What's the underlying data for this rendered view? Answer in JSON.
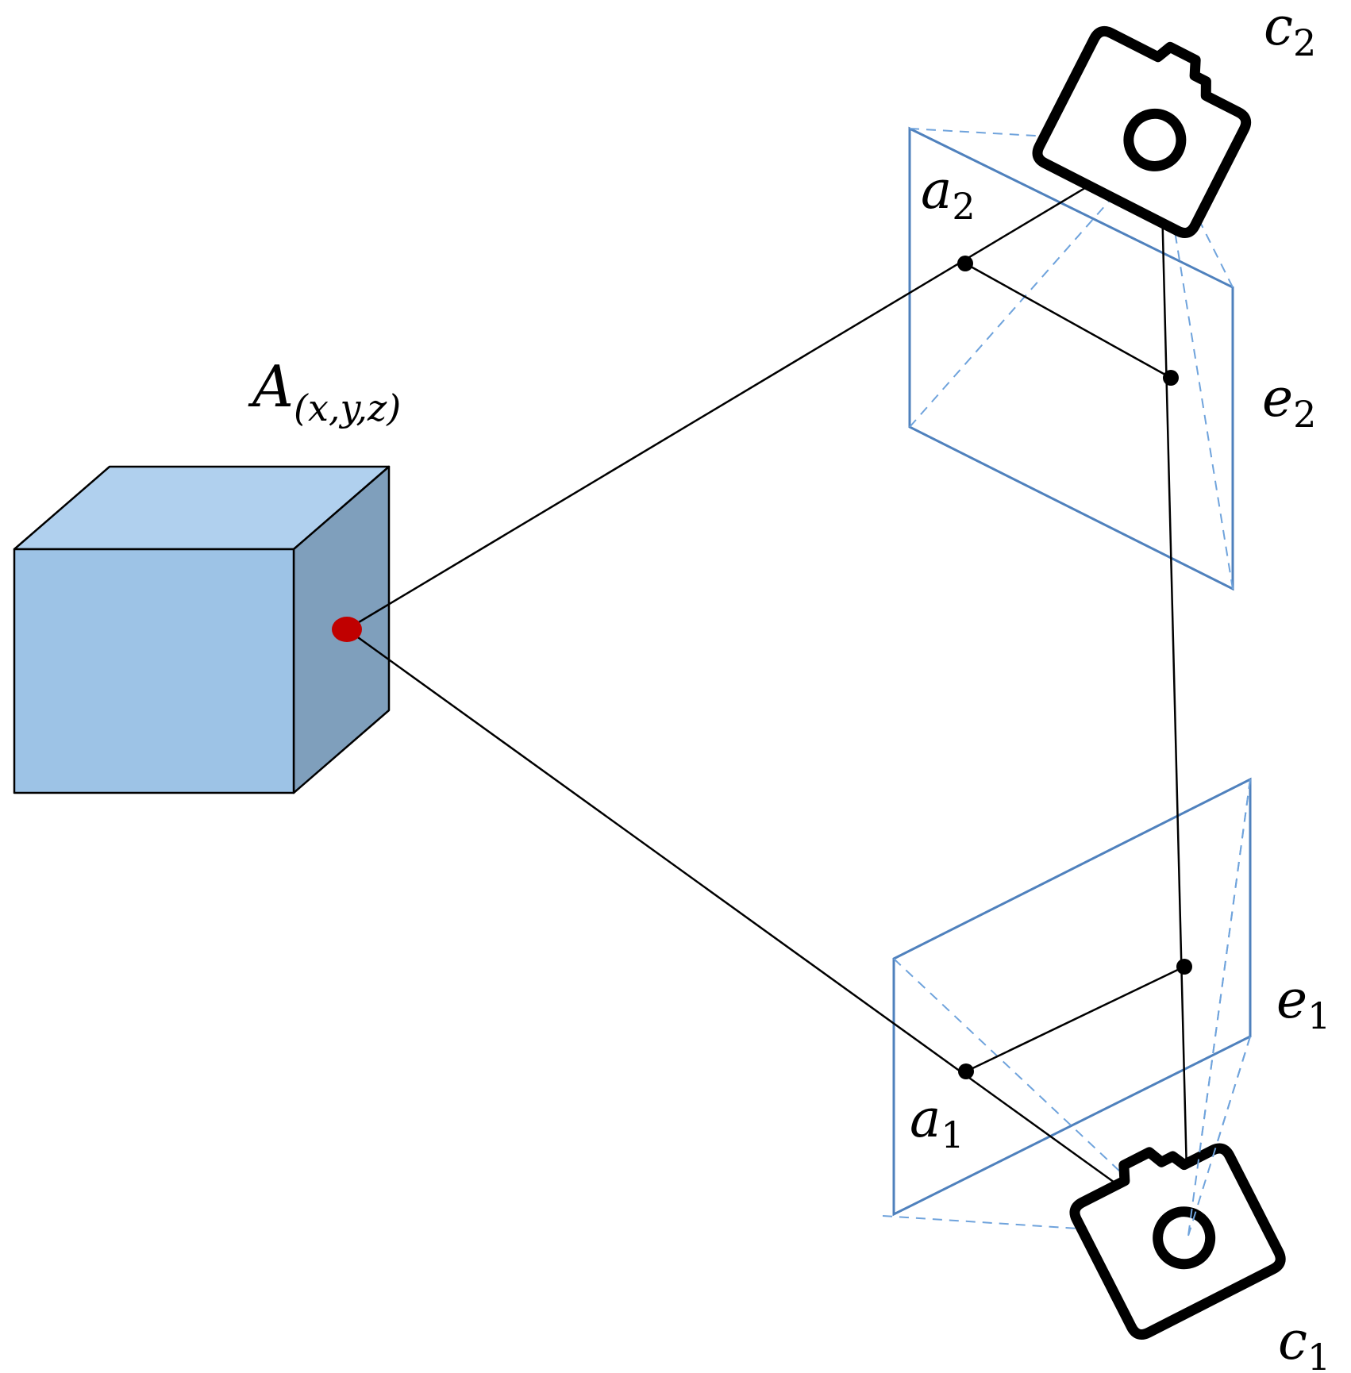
{
  "labels": {
    "point": {
      "main": "A",
      "sub": "(x,y,z)"
    },
    "camera_top": {
      "main": "c",
      "sub": "2"
    },
    "camera_bottom": {
      "main": "c",
      "sub": "1"
    },
    "image_point_top": {
      "main": "a",
      "sub": "2"
    },
    "image_point_bottom": {
      "main": "a",
      "sub": "1"
    },
    "epipole_top": {
      "main": "e",
      "sub": "2"
    },
    "epipole_bottom": {
      "main": "e",
      "sub": "1"
    }
  },
  "colors": {
    "cube_front": "#9dc3e6",
    "cube_top": "#b0d0ee",
    "cube_side": "#7f9fbc",
    "image_plane": "#4f81bd",
    "projection_dashes": "#6fa3dc",
    "rays": "#000000",
    "world_point": "#c00000",
    "camera_icon": "#000000"
  },
  "icons": [
    "camera-icon",
    "camera-icon"
  ]
}
